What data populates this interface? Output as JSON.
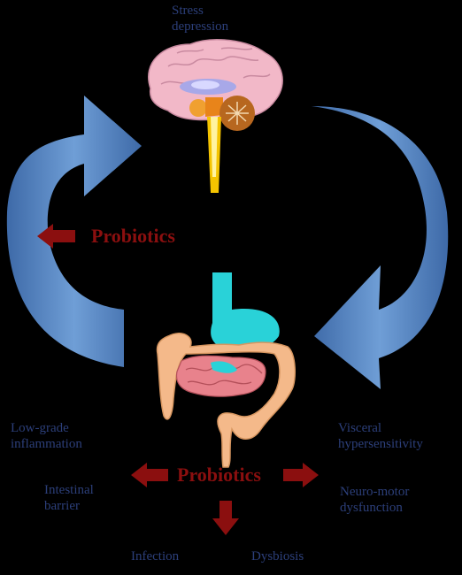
{
  "labels": {
    "stress_line1": "Stress",
    "stress_line2": "depression",
    "probiotics_top": "Probiotics",
    "probiotics_bottom": "Probiotics",
    "low_grade_line1": "Low-grade",
    "low_grade_line2": "inflammation",
    "intestinal_line1": "Intestinal",
    "intestinal_line2": "barrier",
    "visceral_line1": "Visceral",
    "visceral_line2": "hypersensitivity",
    "neuro_line1": "Neuro-motor",
    "neuro_line2": "dysfunction",
    "infection": "Infection",
    "dysbiosis": "Dysbiosis"
  },
  "colors": {
    "background": "#000000",
    "cycle_arrow": "#4f7fbf",
    "probiotics_text": "#8b0f0f",
    "red_arrow": "#8b0f0f",
    "label_text": "#2c3f7a",
    "brain": "#f2b8c8",
    "colon": "#f4b98a",
    "small_intestine": "#e8828c",
    "stomach": "#29d2d8"
  },
  "icons": [
    "brain-icon",
    "digestive-tract-icon"
  ]
}
